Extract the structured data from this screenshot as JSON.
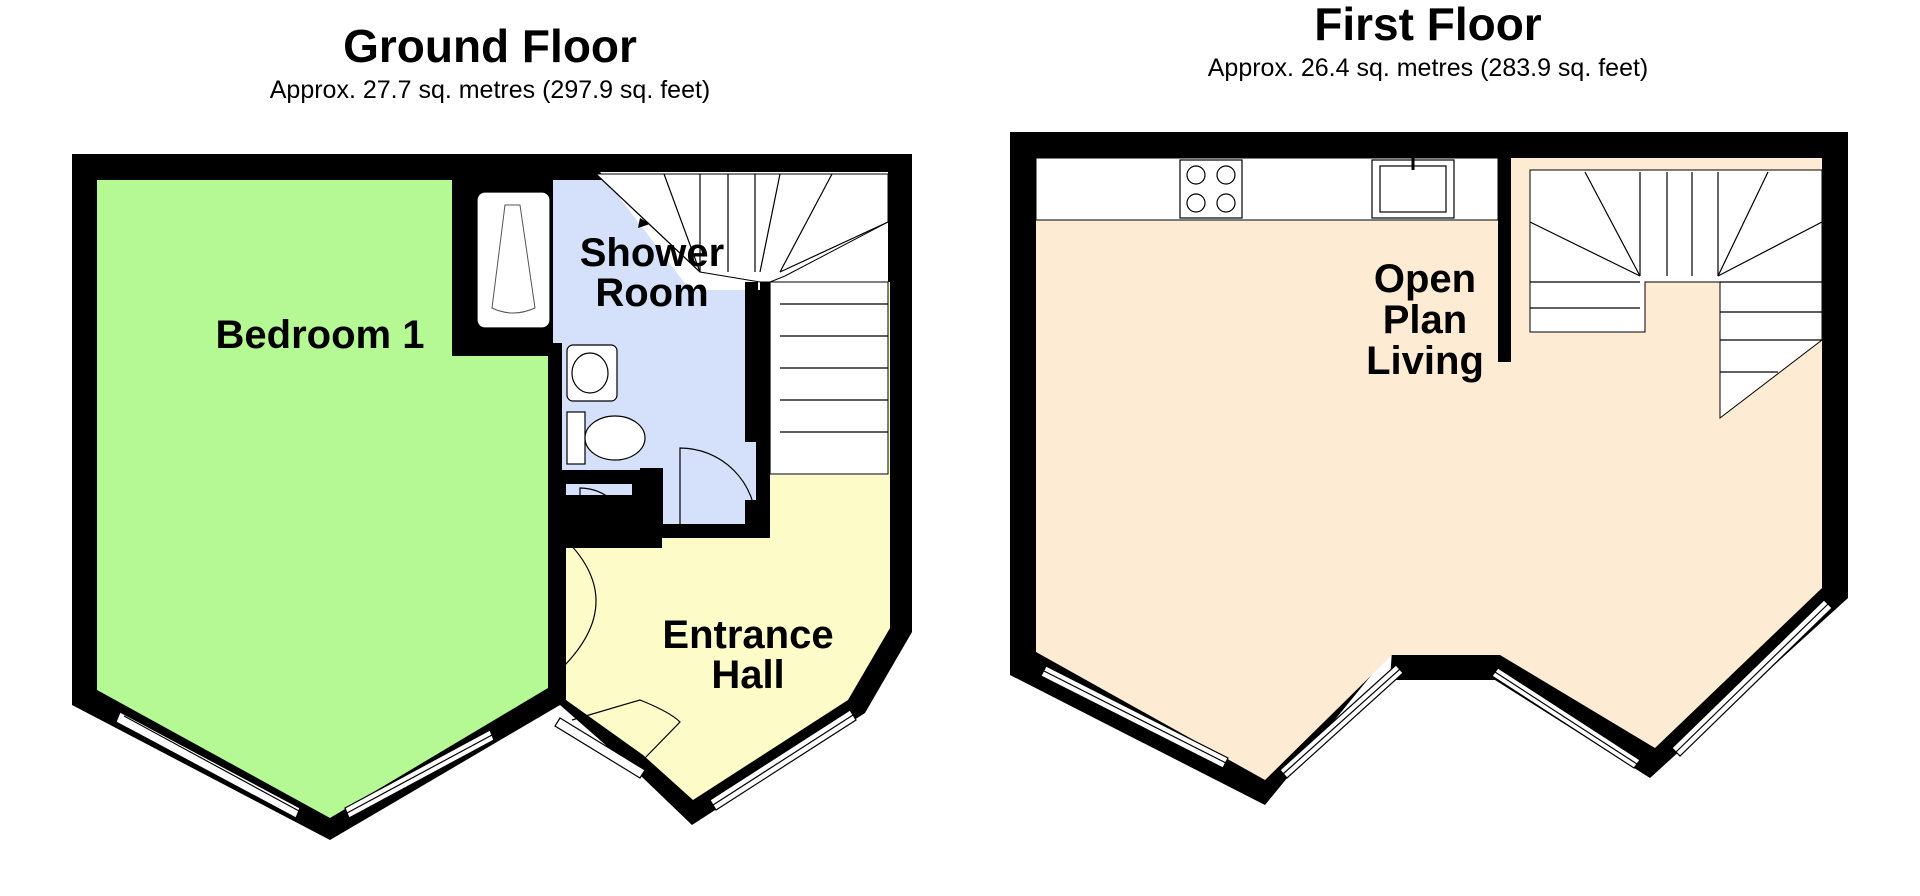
{
  "ground_floor": {
    "title": "Ground Floor",
    "subtitle": "Approx. 27.7 sq. metres (297.9 sq. feet)",
    "rooms": {
      "bedroom": "Bedroom 1",
      "shower_line1": "Shower",
      "shower_line2": "Room",
      "hall_line1": "Entrance",
      "hall_line2": "Hall"
    }
  },
  "first_floor": {
    "title": "First Floor",
    "subtitle": "Approx. 26.4 sq. metres (283.9 sq. feet)",
    "rooms": {
      "living_line1": "Open",
      "living_line2": "Plan",
      "living_line3": "Living"
    }
  },
  "colors": {
    "bedroom": "#b4f993",
    "shower": "#d5e0fb",
    "hall": "#fdfbc8",
    "living": "#fdebd3",
    "walls": "#000000"
  }
}
